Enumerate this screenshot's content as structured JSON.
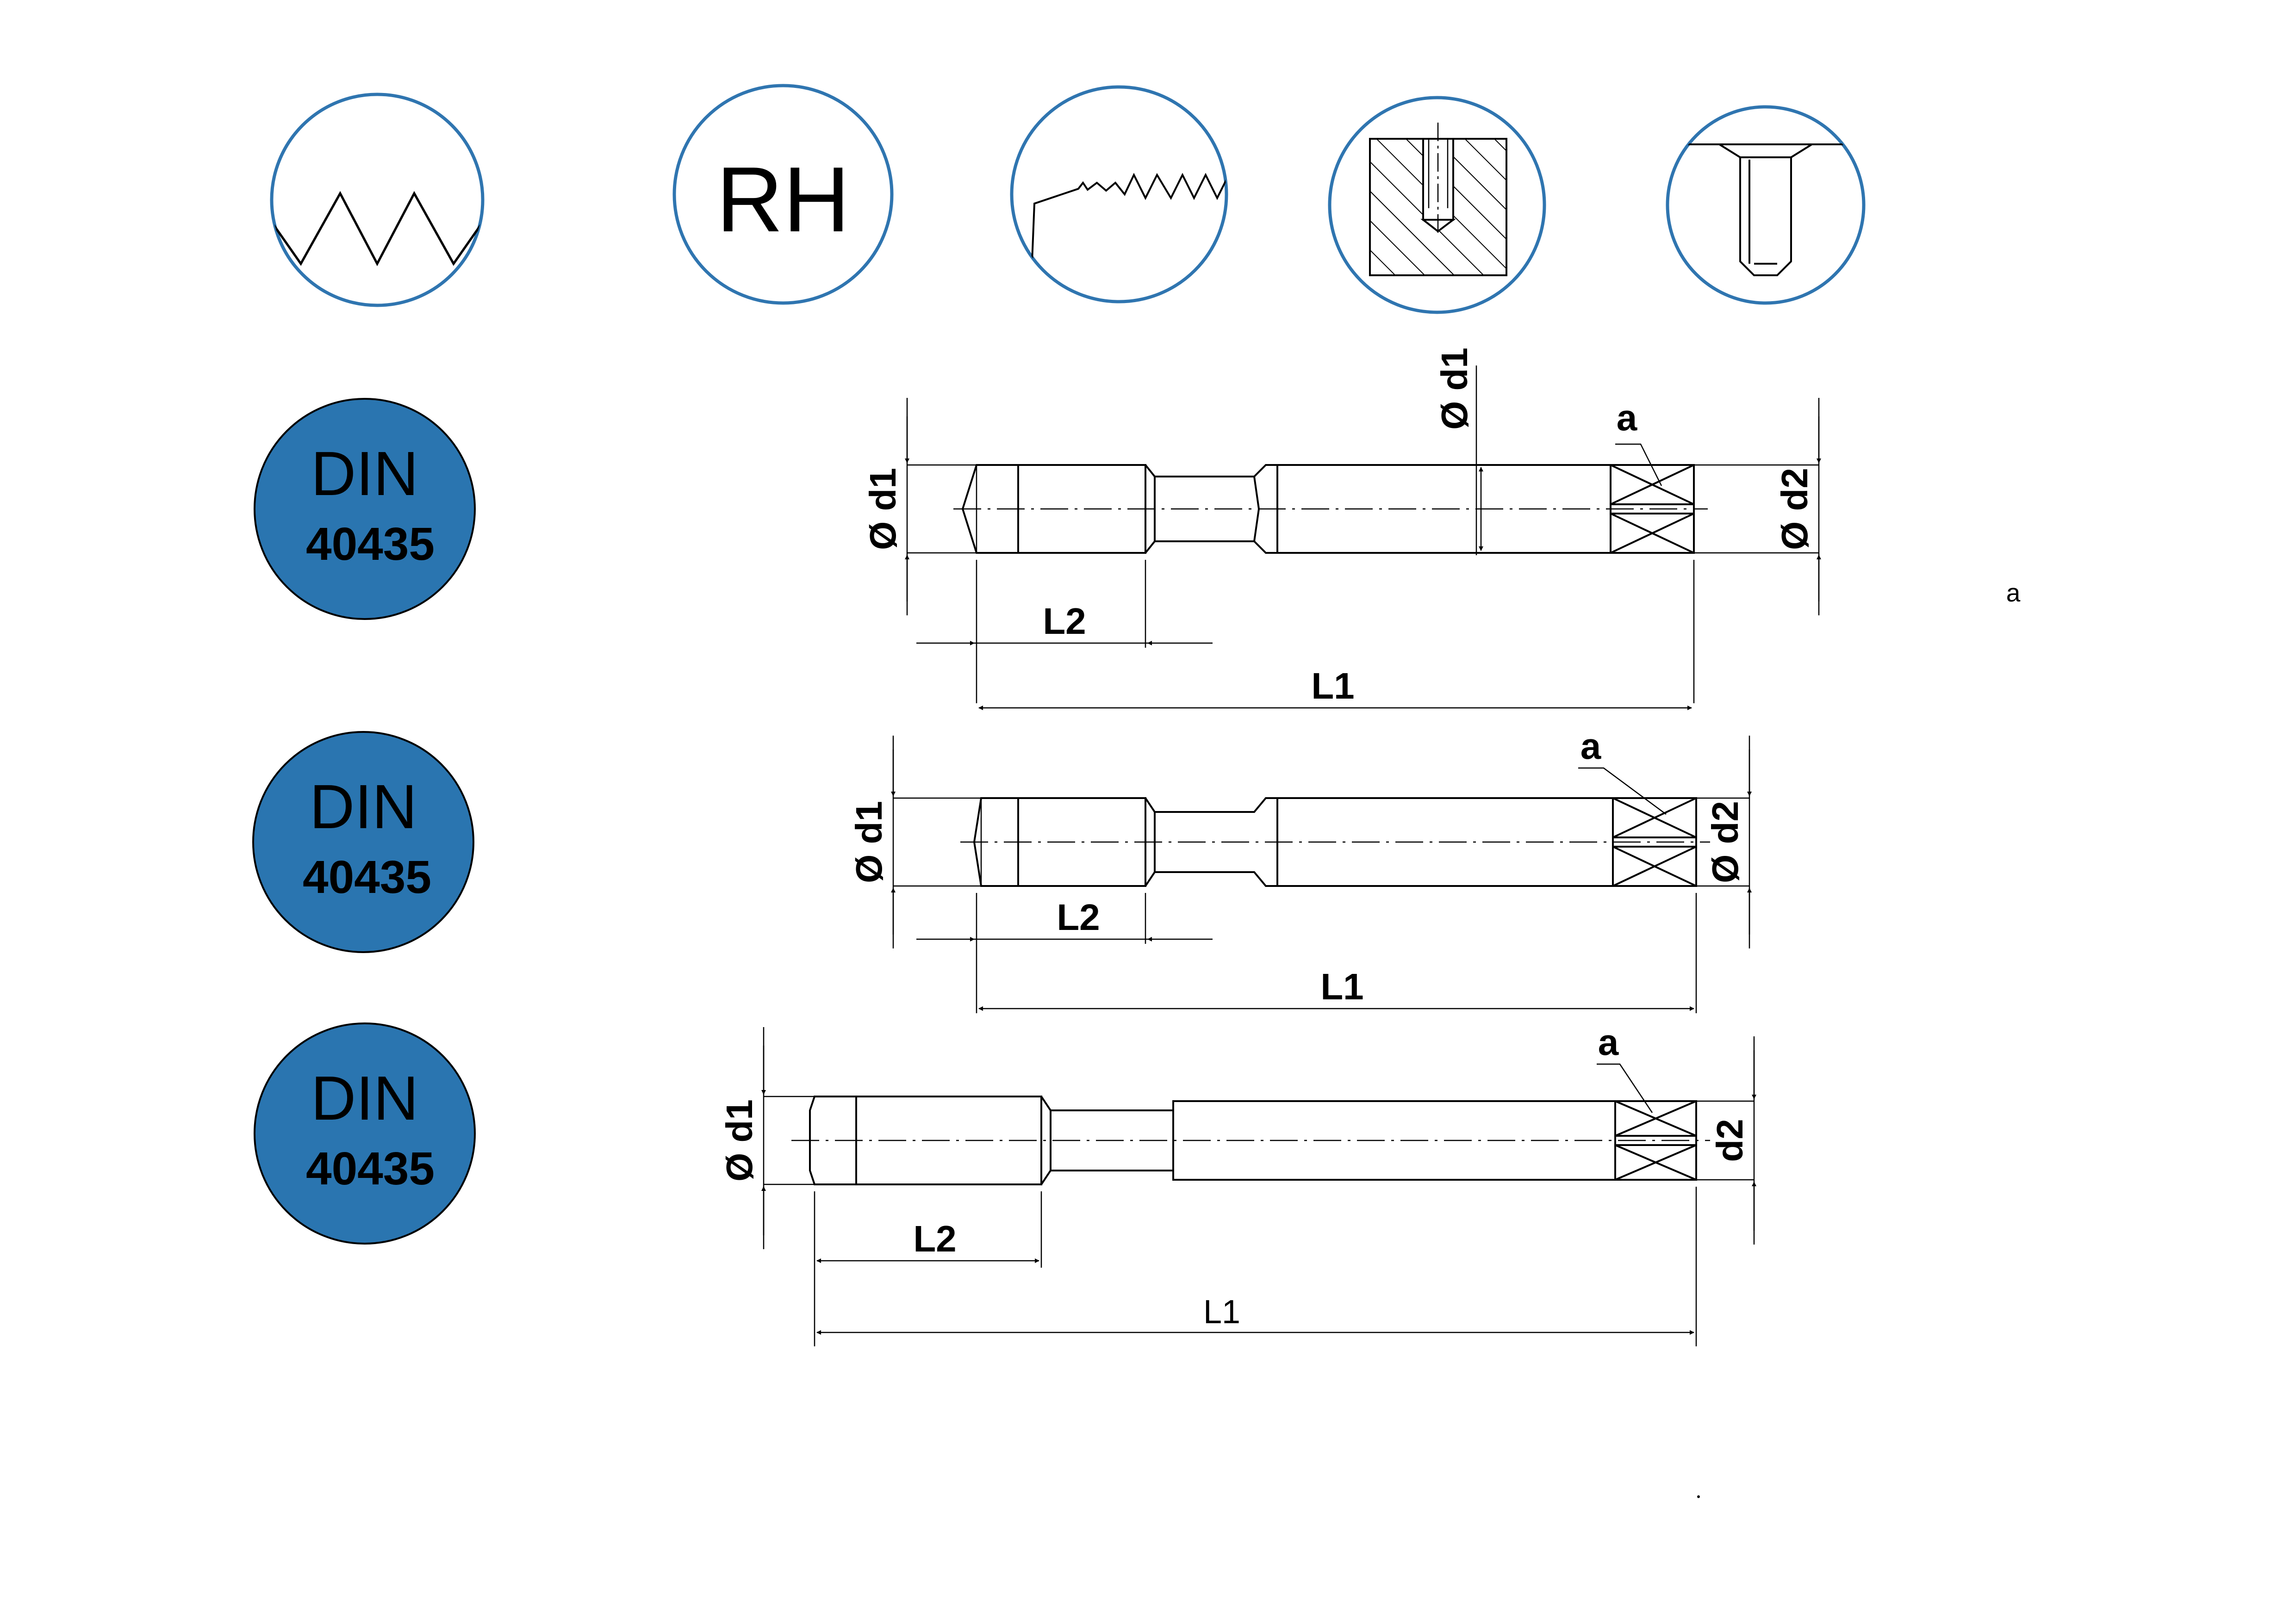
{
  "icons": {
    "hand_label": "RH"
  },
  "badges": [
    {
      "line1": "DIN",
      "line2": "40435"
    },
    {
      "line1": "DIN",
      "line2": "40435"
    },
    {
      "line1": "DIN",
      "line2": "40435"
    }
  ],
  "drawings": [
    {
      "d1_left": "Ø d1",
      "d1_top": "Ø d1",
      "d2": "Ø d2",
      "L1": "L1",
      "L2": "L2",
      "a": "a"
    },
    {
      "d1_left": "Ø d1",
      "d2": "Ø d2",
      "L1": "L1",
      "L2": "L2",
      "a": "a"
    },
    {
      "d1_left": "Ø d1",
      "d2": "d2",
      "L1": "L1",
      "L2": "L2",
      "a": "a"
    }
  ],
  "stray_a": "a",
  "colors": {
    "icon_outline": "#2f75b0",
    "badge_fill": "#2a75b0",
    "line": "#000000"
  }
}
